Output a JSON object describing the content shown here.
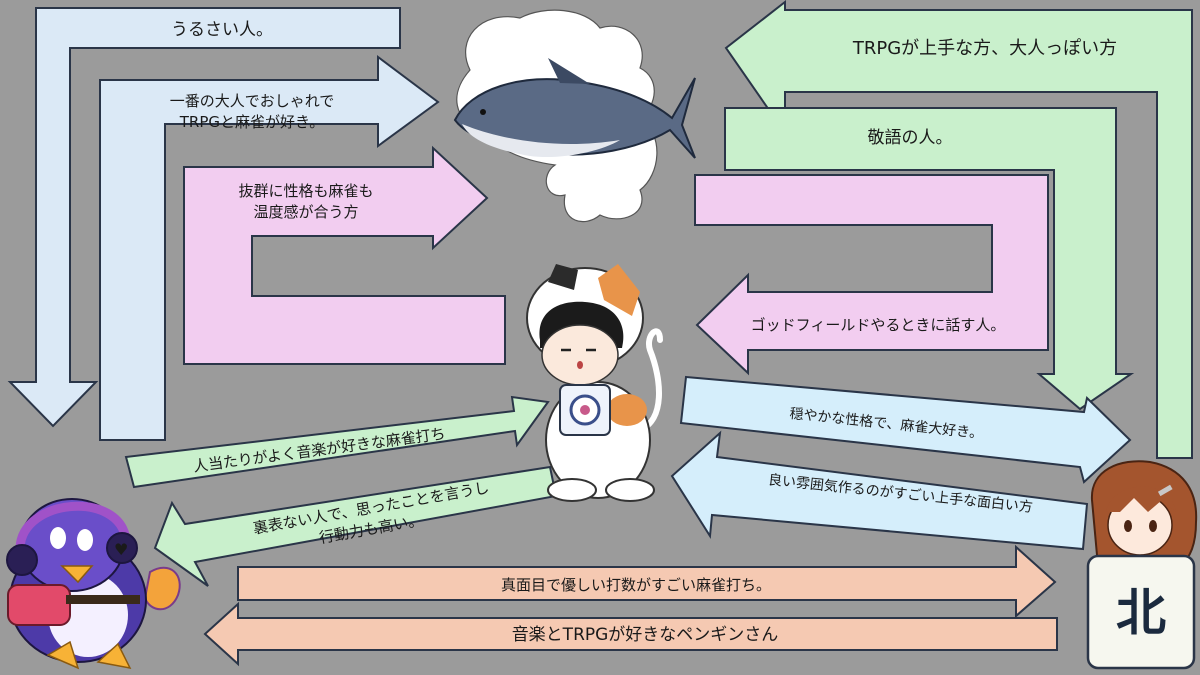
{
  "colors": {
    "background": "#9b9b9b",
    "blue": "#dbe9f6",
    "green": "#c9f0cc",
    "pink": "#f2cdf0",
    "cyan": "#d5eefb",
    "salmon": "#f5c9b2",
    "outline": "#2a3548"
  },
  "characters": {
    "tuna": "tuna-fish-character",
    "cat": "calico-cat-costume-character",
    "penguin": "purple-penguin-guitarist-character",
    "girl": "brown-hair-girl-character",
    "north_tile": "北"
  },
  "arrows": {
    "a1": "うるさい人。",
    "a2_line1": "一番の大人でおしゃれで",
    "a2_line2": "TRPGと麻雀が好き。",
    "a3_line1": "抜群に性格も麻雀も",
    "a3_line2": "温度感が合う方",
    "a4": "TRPGが上手な方、大人っぽい方",
    "a5": "敬語の人。",
    "a6": "ゴッドフィールドやるときに話す人。",
    "a7": "人当たりがよく音楽が好きな麻雀打ち",
    "a8_line1": "裏表ない人で、思ったことを言うし",
    "a8_line2": "行動力も高い。",
    "a9": "穏やかな性格で、麻雀大好き。",
    "a10": "良い雰囲気作るのがすごい上手な面白い方",
    "a11": "真面目で優しい打数がすごい麻雀打ち。",
    "a12": "音楽とTRPGが好きなペンギンさん"
  }
}
